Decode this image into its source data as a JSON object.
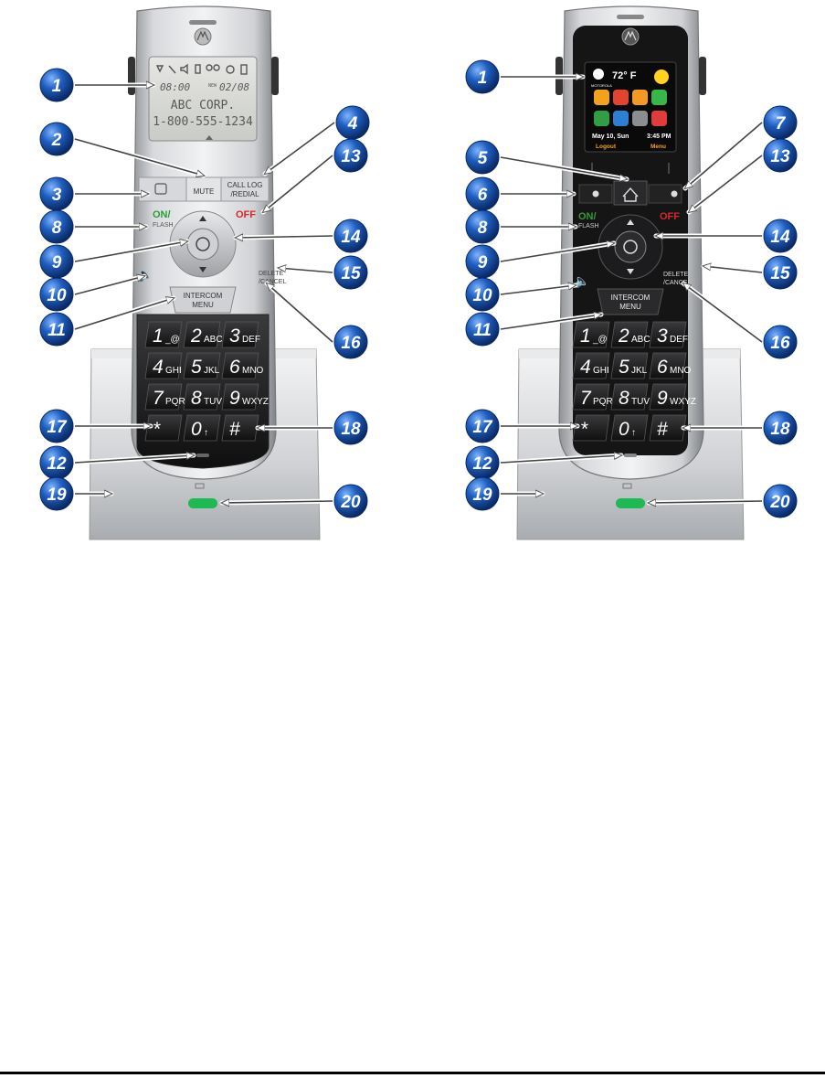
{
  "left_phone": {
    "lcd": {
      "line1_time": "08:00",
      "line1_date": "02/08",
      "new_label": "NEW",
      "line2": "ABC CORP.",
      "line3": "1-800-555-1234"
    },
    "keys": {
      "mute": "MUTE",
      "call_log_1": "CALL LOG",
      "call_log_2": "/REDIAL",
      "on": "ON/",
      "flash": "FLASH",
      "off": "OFF",
      "delete_1": "DELETE",
      "delete_2": "/CANCEL",
      "intercom_1": "INTERCOM",
      "intercom_2": "MENU"
    }
  },
  "right_phone": {
    "screen": {
      "temperature": "72° F",
      "date": "May 10, Sun",
      "time": "3:45 PM",
      "softkey_left": "Logout",
      "softkey_right": "Menu",
      "brand_small": "MOTOROLA"
    },
    "keys": {
      "on": "ON/",
      "flash": "FLASH",
      "off": "OFF",
      "delete_1": "DELETE",
      "delete_2": "/CANCEL",
      "intercom_1": "INTERCOM",
      "intercom_2": "MENU"
    }
  },
  "keypad": [
    {
      "big": "1",
      "small": "_@"
    },
    {
      "big": "2",
      "small": "ABC"
    },
    {
      "big": "3",
      "small": "DEF"
    },
    {
      "big": "4",
      "small": "GHI"
    },
    {
      "big": "5",
      "small": "JKL"
    },
    {
      "big": "6",
      "small": "MNO"
    },
    {
      "big": "7",
      "small": "PQRS"
    },
    {
      "big": "8",
      "small": "TUV"
    },
    {
      "big": "9",
      "small": "WXYZ"
    },
    {
      "big": "*",
      "small": ""
    },
    {
      "big": "0",
      "small": "↑"
    },
    {
      "big": "#",
      "small": ""
    }
  ],
  "callouts_left": [
    {
      "n": "1"
    },
    {
      "n": "2"
    },
    {
      "n": "3"
    },
    {
      "n": "4"
    },
    {
      "n": "13"
    },
    {
      "n": "8"
    },
    {
      "n": "9"
    },
    {
      "n": "14"
    },
    {
      "n": "10"
    },
    {
      "n": "15"
    },
    {
      "n": "11"
    },
    {
      "n": "16"
    },
    {
      "n": "17"
    },
    {
      "n": "18"
    },
    {
      "n": "12"
    },
    {
      "n": "19"
    },
    {
      "n": "20"
    }
  ],
  "callouts_right": [
    {
      "n": "1"
    },
    {
      "n": "7"
    },
    {
      "n": "5"
    },
    {
      "n": "13"
    },
    {
      "n": "6"
    },
    {
      "n": "8"
    },
    {
      "n": "14"
    },
    {
      "n": "9"
    },
    {
      "n": "15"
    },
    {
      "n": "10"
    },
    {
      "n": "11"
    },
    {
      "n": "16"
    },
    {
      "n": "17"
    },
    {
      "n": "18"
    },
    {
      "n": "12"
    },
    {
      "n": "19"
    },
    {
      "n": "20"
    }
  ],
  "colors": {
    "callout_blue": "#1a5fb4",
    "led_green": "#1db954",
    "off_red": "#d62828",
    "on_green": "#2e9b3a"
  }
}
